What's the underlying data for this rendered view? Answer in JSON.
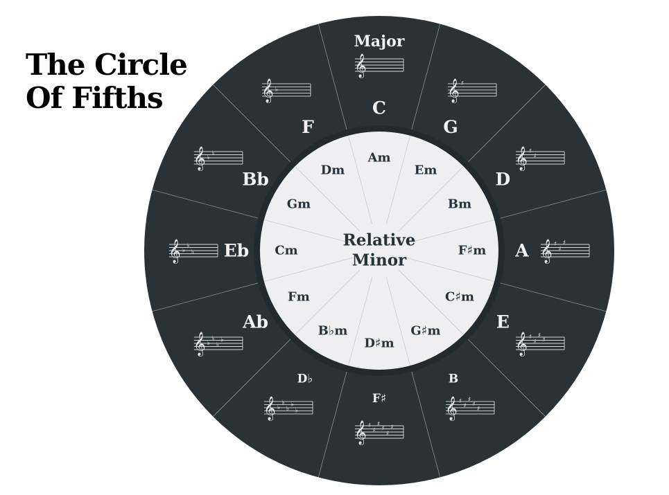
{
  "title": {
    "line1": "The Circle",
    "line2": "Of Fifths"
  },
  "major_heading": "Major",
  "center_label": {
    "line1": "Relative",
    "line2": "Minor"
  },
  "colors": {
    "outer": "#2a3236",
    "inner": "#efeff1",
    "ring": "#222a2d",
    "divider": "#8c9296",
    "major_text": "#f2f2f2",
    "minor_text": "#27313a"
  },
  "keys": [
    {
      "major": "C",
      "minor": "Am",
      "accidental": "none",
      "count": 0
    },
    {
      "major": "G",
      "minor": "Em",
      "accidental": "sharp",
      "count": 1
    },
    {
      "major": "D",
      "minor": "Bm",
      "accidental": "sharp",
      "count": 2
    },
    {
      "major": "A",
      "minor": "F♯m",
      "accidental": "sharp",
      "count": 3
    },
    {
      "major": "E",
      "minor": "C♯m",
      "accidental": "sharp",
      "count": 4
    },
    {
      "major": "B",
      "minor": "G♯m",
      "accidental": "sharp",
      "count": 5
    },
    {
      "major": "F♯",
      "minor": "D♯m",
      "accidental": "sharp",
      "count": 6
    },
    {
      "major": "D♭",
      "minor": "B♭m",
      "accidental": "flat",
      "count": 5
    },
    {
      "major": "Ab",
      "minor": "Fm",
      "accidental": "flat",
      "count": 4
    },
    {
      "major": "Eb",
      "minor": "Cm",
      "accidental": "flat",
      "count": 3
    },
    {
      "major": "Bb",
      "minor": "Gm",
      "accidental": "flat",
      "count": 2
    },
    {
      "major": "F",
      "minor": "Dm",
      "accidental": "flat",
      "count": 1
    }
  ]
}
